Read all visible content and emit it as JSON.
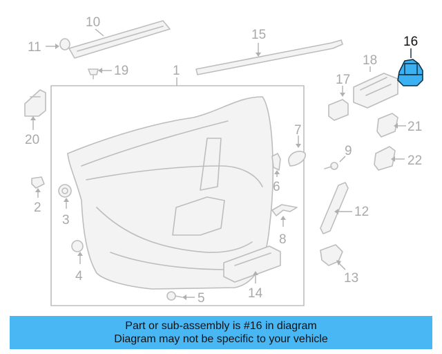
{
  "diagram": {
    "highlighted_part": "16",
    "highlight_color": "#3cb1f2",
    "callouts": {
      "c1": "1",
      "c2": "2",
      "c3": "3",
      "c4": "4",
      "c5": "5",
      "c6": "6",
      "c7": "7",
      "c8": "8",
      "c9": "9",
      "c10": "10",
      "c11": "11",
      "c12": "12",
      "c13": "13",
      "c14": "14",
      "c15": "15",
      "c16": "16",
      "c17": "17",
      "c18": "18",
      "c19": "19",
      "c20": "20",
      "c21": "21",
      "c22": "22"
    }
  },
  "banner": {
    "line1": "Part or sub-assembly is #16 in diagram",
    "line2": "Diagram may not be specific to your vehicle",
    "color": "#4ab7f5"
  }
}
